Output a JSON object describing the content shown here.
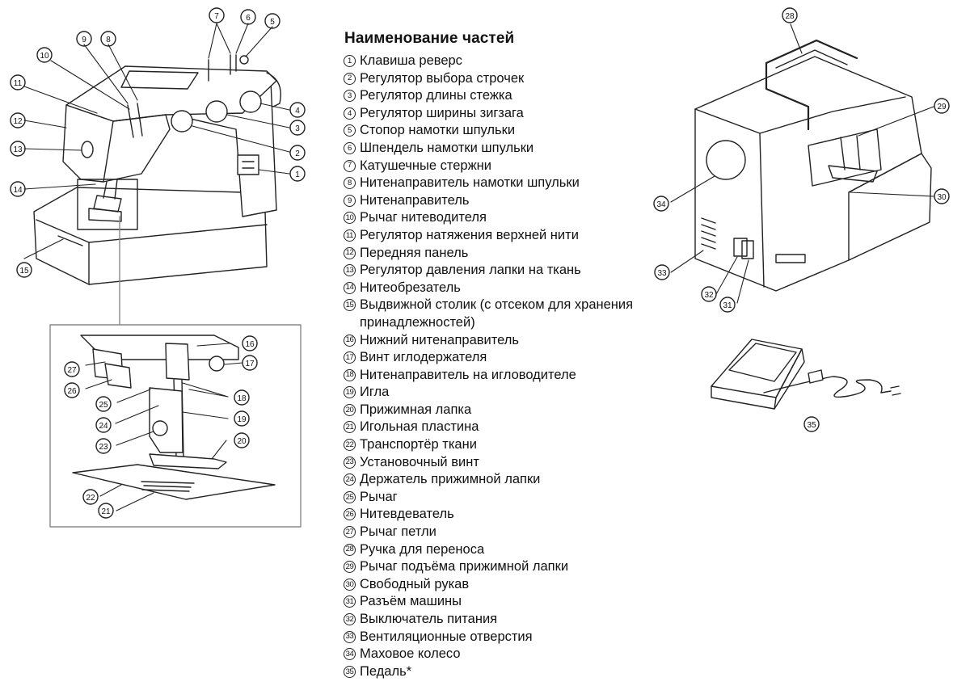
{
  "title": "Наименование частей",
  "parts": [
    {
      "num": "1",
      "label": "Клавиша реверс"
    },
    {
      "num": "2",
      "label": "Регулятор выбора строчек"
    },
    {
      "num": "3",
      "label": "Регулятор длины стежка"
    },
    {
      "num": "4",
      "label": "Регулятор ширины зигзага"
    },
    {
      "num": "5",
      "label": "Стопор намотки шпульки"
    },
    {
      "num": "6",
      "label": "Шпендель намотки шпульки"
    },
    {
      "num": "7",
      "label": "Катушечные стержни"
    },
    {
      "num": "8",
      "label": "Нитенаправитель намотки шпульки"
    },
    {
      "num": "9",
      "label": "Нитенаправитель"
    },
    {
      "num": "10",
      "label": "Рычаг нитеводителя"
    },
    {
      "num": "11",
      "label": "Регулятор натяжения верхней нити"
    },
    {
      "num": "12",
      "label": "Передняя панель"
    },
    {
      "num": "13",
      "label": "Регулятор давления лапки на ткань"
    },
    {
      "num": "14",
      "label": "Нитеобрезатель"
    },
    {
      "num": "15",
      "label": "Выдвижной столик (с отсеком для хранения\nпринадлежностей)"
    },
    {
      "num": "16",
      "label": "Нижний нитенаправитель"
    },
    {
      "num": "17",
      "label": "Винт иглодержателя"
    },
    {
      "num": "18",
      "label": "Нитенаправитель на игловодителе"
    },
    {
      "num": "19",
      "label": "Игла"
    },
    {
      "num": "20",
      "label": "Прижимная лапка"
    },
    {
      "num": "21",
      "label": "Игольная пластина"
    },
    {
      "num": "22",
      "label": "Транспортёр ткани"
    },
    {
      "num": "23",
      "label": "Установочный винт"
    },
    {
      "num": "24",
      "label": "Держатель прижимной лапки"
    },
    {
      "num": "25",
      "label": "Рычаг"
    },
    {
      "num": "26",
      "label": "Нитевдеватель"
    },
    {
      "num": "27",
      "label": "Рычаг петли"
    },
    {
      "num": "28",
      "label": "Ручка для переноса"
    },
    {
      "num": "29",
      "label": "Рычаг подъёма прижимной лапки"
    },
    {
      "num": "30",
      "label": "Свободный рукав"
    },
    {
      "num": "31",
      "label": "Разъём машины"
    },
    {
      "num": "32",
      "label": "Выключатель питания"
    },
    {
      "num": "33",
      "label": "Вентиляционные отверстия"
    },
    {
      "num": "34",
      "label": "Маховое колесо"
    },
    {
      "num": "35",
      "label": "Педаль*"
    }
  ],
  "figure_callouts": {
    "front_view": [
      "7",
      "6",
      "5",
      "9",
      "8",
      "10",
      "11",
      "12",
      "13",
      "14",
      "15",
      "4",
      "3",
      "2",
      "1"
    ],
    "needle_detail": [
      "16",
      "17",
      "18",
      "19",
      "20",
      "21",
      "22",
      "23",
      "24",
      "25",
      "26",
      "27"
    ],
    "rear_view": [
      "28",
      "29",
      "30",
      "31",
      "32",
      "33",
      "34"
    ],
    "pedal": [
      "35"
    ]
  }
}
